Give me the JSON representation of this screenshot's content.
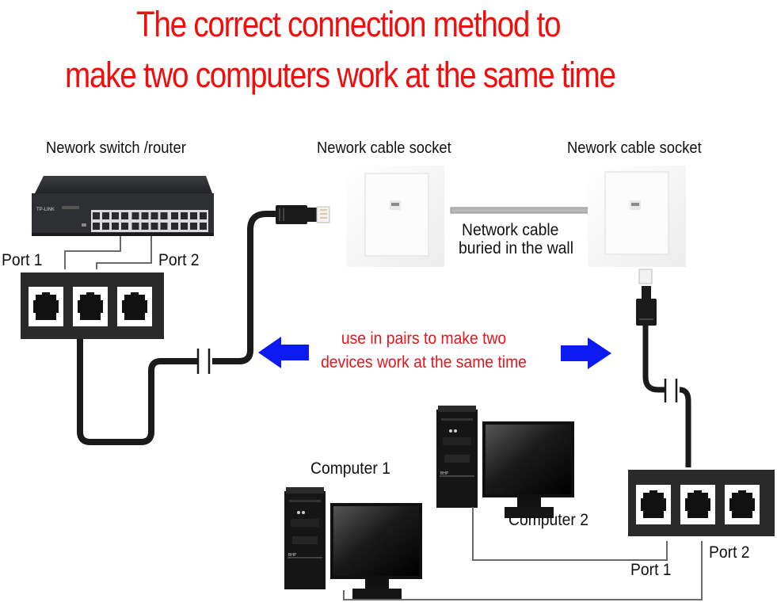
{
  "title": {
    "line1": "The correct connection method to",
    "line2": "make two computers work at the same time"
  },
  "labels": {
    "switch": "Nework switch /router",
    "socket_left": "Nework cable socket",
    "socket_right": "Nework cable socket",
    "wall_cable_line1": "Network cable",
    "wall_cable_line2": "buried in the wall",
    "left_port1": "Port 1",
    "left_port2": "Port 2",
    "computer1": "Computer 1",
    "computer2": "Computer 2",
    "right_port1": "Port 1",
    "right_port2": "Port 2"
  },
  "note": {
    "line1": "use in pairs to make two",
    "line2": "devices work at the same time"
  },
  "icons": {
    "left_arrow": "arrow-left-icon",
    "right_arrow": "arrow-right-icon"
  },
  "colors": {
    "title": "#f20d0d",
    "note": "#e8141a",
    "arrow": "#0a1af0",
    "device": "#2b2b2b",
    "cable": "#1a1a1a"
  }
}
